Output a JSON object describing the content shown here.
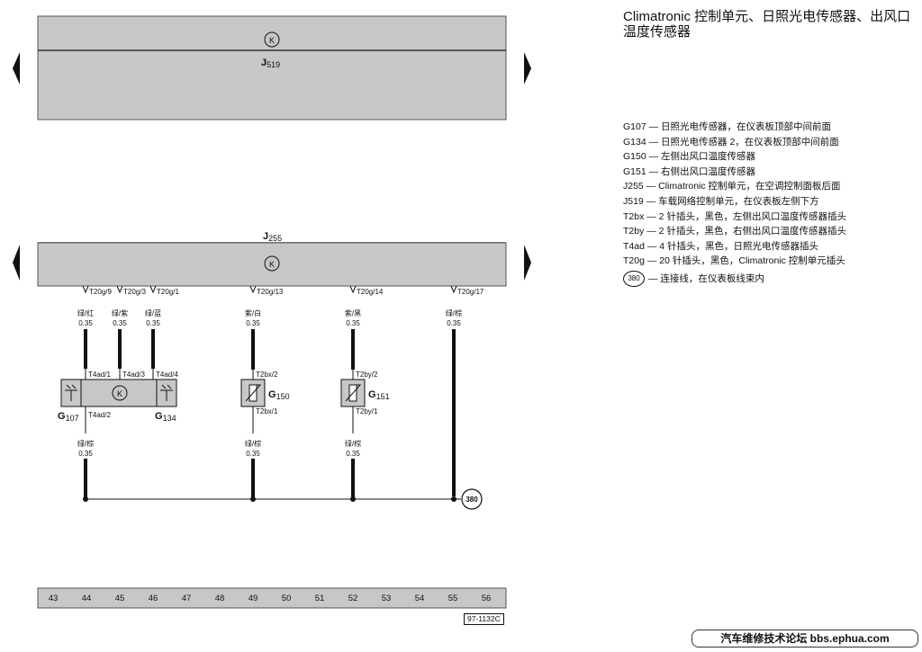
{
  "title": "Climatronic 控制单元、日照光电传感器、出风口温度传感器",
  "k_symbol": "K",
  "modules": {
    "top": {
      "main": "J",
      "sub": "519"
    },
    "main": {
      "main": "J",
      "sub": "255"
    }
  },
  "pins": {
    "p1": "T20g/9",
    "p2": "T20g/3",
    "p3": "T20g/1",
    "p4": "T20g/13",
    "p5": "T20g/14",
    "p6": "T20g/17",
    "t4ad1": "T4ad/1",
    "t4ad3": "T4ad/3",
    "t4ad4": "T4ad/4",
    "t4ad2": "T4ad/2",
    "t2bx2": "T2bx/2",
    "t2bx1": "T2bx/1",
    "t2by2": "T2by/2",
    "t2by1": "T2by/1"
  },
  "wires": {
    "w1": {
      "color": "绿/红",
      "size": "0.35"
    },
    "w2": {
      "color": "绿/紫",
      "size": "0.35"
    },
    "w3": {
      "color": "绿/蓝",
      "size": "0.35"
    },
    "w4": {
      "color": "紫/白",
      "size": "0.35"
    },
    "w5": {
      "color": "紫/黑",
      "size": "0.35"
    },
    "w6": {
      "color": "绿/棕",
      "size": "0.35"
    },
    "g1": {
      "color": "绿/棕",
      "size": "0.35"
    },
    "g2": {
      "color": "绿/棕",
      "size": "0.35"
    },
    "g3": {
      "color": "绿/棕",
      "size": "0.35"
    }
  },
  "components": {
    "g107": {
      "main": "G",
      "sub": "107"
    },
    "g134": {
      "main": "G",
      "sub": "134"
    },
    "g150": {
      "main": "G",
      "sub": "150"
    },
    "g151": {
      "main": "G",
      "sub": "151"
    }
  },
  "connector_380": "380",
  "ruler": [
    "43",
    "44",
    "45",
    "46",
    "47",
    "48",
    "49",
    "50",
    "51",
    "52",
    "53",
    "54",
    "55",
    "56"
  ],
  "drawing_number": "97-1132C",
  "legend": [
    {
      "code": "G107",
      "text": "— 日照光电传感器，在仪表板顶部中间前面"
    },
    {
      "code": "G134",
      "text": "— 日照光电传感器 2，在仪表板顶部中间前面"
    },
    {
      "code": "G150",
      "text": "— 左侧出风口温度传感器"
    },
    {
      "code": "G151",
      "text": "— 右侧出风口温度传感器"
    },
    {
      "code": "J255",
      "text": "— Climatronic 控制单元，在空调控制面板后面"
    },
    {
      "code": "J519",
      "text": "— 车载网络控制单元，在仪表板左侧下方"
    },
    {
      "code": "T2bx",
      "text": "— 2 针插头，黑色，左侧出风口温度传感器插头"
    },
    {
      "code": "T2by",
      "text": "— 2 针插头，黑色，右侧出风口温度传感器插头"
    },
    {
      "code": "T4ad",
      "text": "— 4 针插头，黑色，日照光电传感器插头"
    },
    {
      "code": "T20g",
      "text": "— 20 针插头，黑色，Climatronic 控制单元插头"
    }
  ],
  "legend_connector": {
    "code": "380",
    "text": "— 连接线，在仪表板线束内"
  },
  "watermark": "汽车维修技术论坛 bbs.ephua.com"
}
